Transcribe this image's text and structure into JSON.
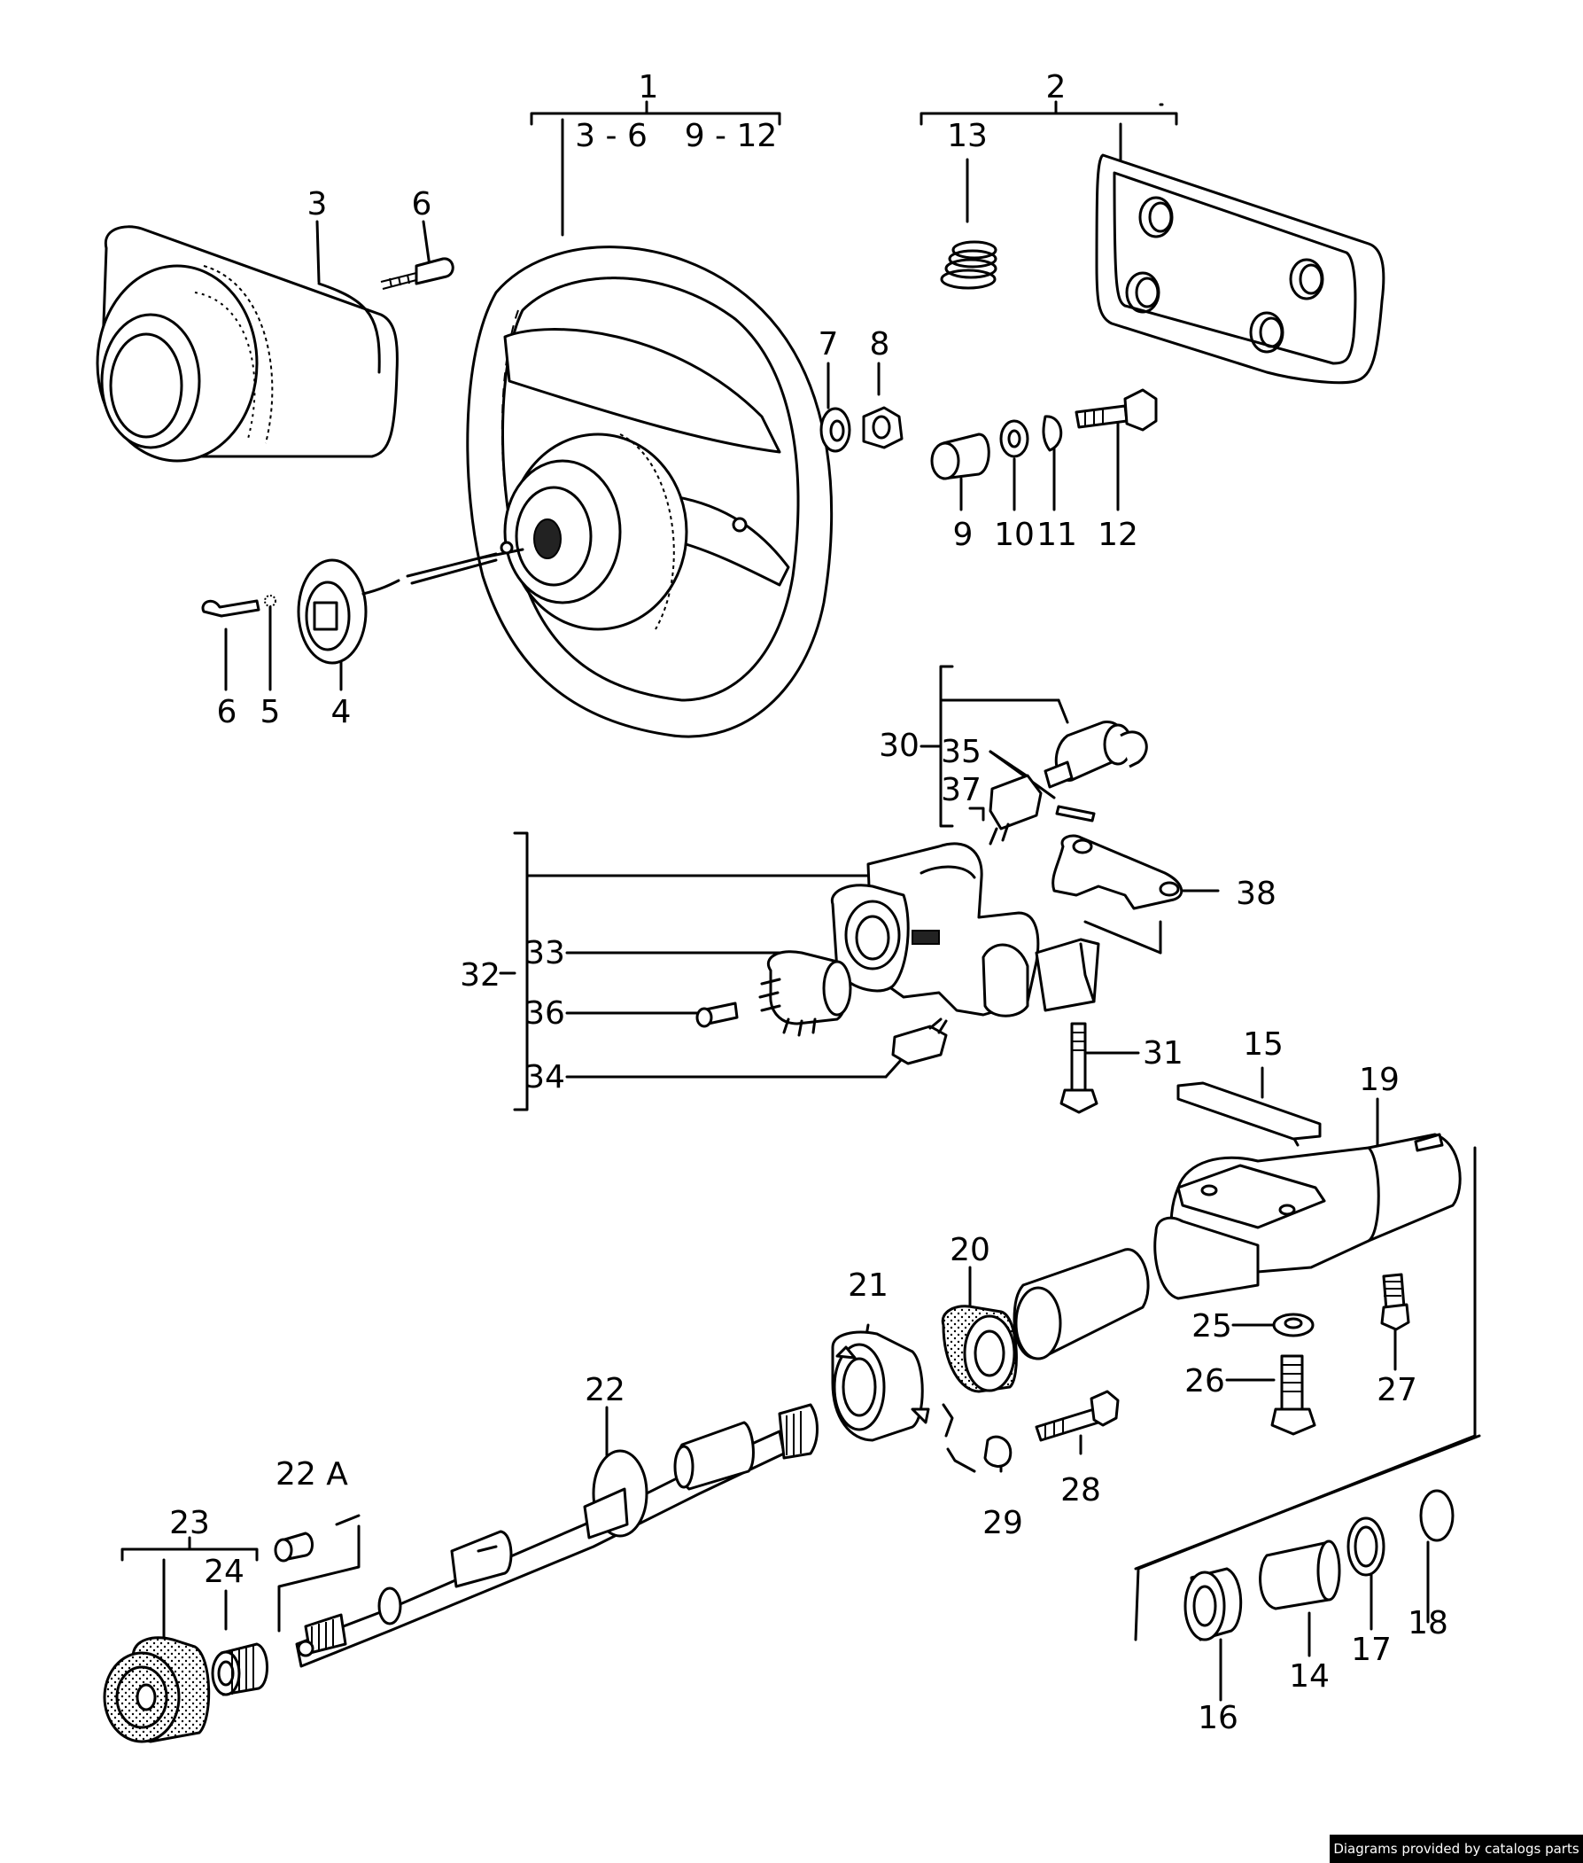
{
  "callouts": {
    "c1": "1",
    "c1_range_a": "3 - 6",
    "c1_range_b": "9 - 12",
    "c2": "2",
    "c3": "3",
    "c4": "4",
    "c5": "5",
    "c6a": "6",
    "c6b": "6",
    "c7": "7",
    "c8": "8",
    "c9": "9",
    "c10": "10",
    "c11": "11",
    "c12": "12",
    "c13": "13",
    "c14": "14",
    "c15": "15",
    "c16": "16",
    "c17": "17",
    "c18": "18",
    "c19": "19",
    "c20": "20",
    "c21": "21",
    "c22": "22",
    "c22a": "22 A",
    "c23": "23",
    "c24": "24",
    "c25": "25",
    "c26": "26",
    "c27": "27",
    "c28": "28",
    "c29": "29",
    "c30": "30",
    "c31": "31",
    "c32": "32",
    "c33": "33",
    "c34": "34",
    "c35": "35",
    "c36": "36",
    "c37": "37",
    "c38": "38"
  },
  "credit": "Diagrams provided by catalogs parts"
}
